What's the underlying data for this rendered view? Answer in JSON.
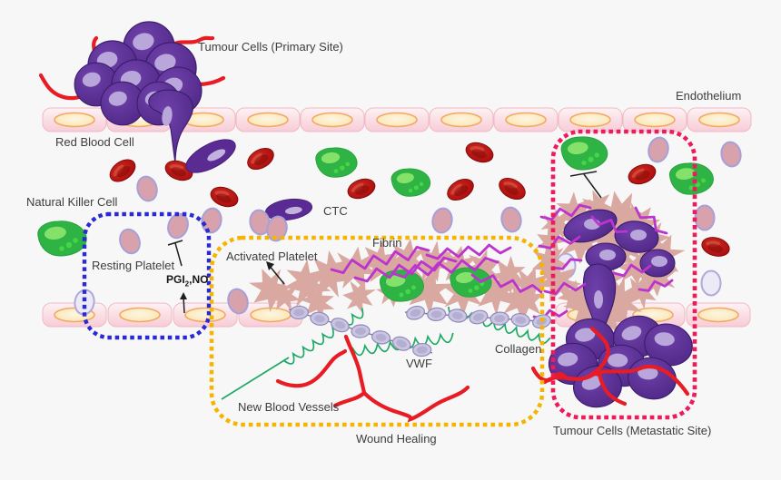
{
  "diagram": {
    "labels": {
      "tumour_primary": "Tumour Cells (Primary Site)",
      "endothelium": "Endothelium",
      "red_blood_cell": "Red Blood Cell",
      "natural_killer": "Natural Killer Cell",
      "ctc": "CTC",
      "resting_platelet": "Resting Platelet",
      "pgi2_no": {
        "pre": "PGI",
        "sub": "2",
        "post": ",NO"
      },
      "activated_platelet": "Activated Platelet",
      "fibrin": "Fibrin",
      "vwf": "VWF",
      "collagen": "Collagen",
      "new_blood_vessels": "New Blood Vessels",
      "wound_healing": "Wound Healing",
      "tumour_metastatic": "Tumour Cells (Metastatic Site)"
    },
    "colors": {
      "background": "#f7f7f7",
      "labelText": "#3d3d3d",
      "restingBox": "#2a2ad4",
      "woundBox": "#f5b400",
      "metastaticBox": "#ee1a5b",
      "tumourCell": "#542a8e",
      "tumourNucleus": "#b9a6da",
      "endotheliumFill": "#f9d4dc",
      "endotheliumNucleus": "#fbe3ab",
      "rbcRed": "#9b0d0d",
      "nkGreen": "#2fb344",
      "ctcPurple": "#5b2b94",
      "plateletResting": "#d8a2ac",
      "plateletActivated": "#d9a8a0",
      "fibrinMagenta": "#bc34ce",
      "vwfGreen": "#1da965",
      "collagenBead": "#cbc6e0",
      "vesselRed": "#e81c24"
    }
  }
}
